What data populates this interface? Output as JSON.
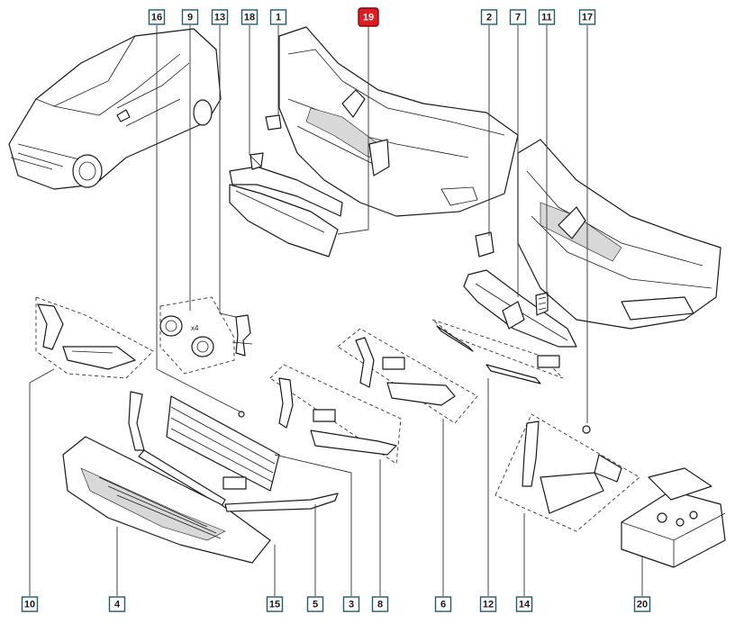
{
  "callouts": [
    {
      "id": "16",
      "text": "16"
    },
    {
      "id": "9",
      "text": "9"
    },
    {
      "id": "13",
      "text": "13"
    },
    {
      "id": "18",
      "text": "18"
    },
    {
      "id": "1",
      "text": "1"
    },
    {
      "id": "19",
      "text": "19",
      "highlight": true,
      "color": "#e01b22"
    },
    {
      "id": "2",
      "text": "2"
    },
    {
      "id": "7",
      "text": "7"
    },
    {
      "id": "11",
      "text": "11"
    },
    {
      "id": "17",
      "text": "17"
    },
    {
      "id": "10",
      "text": "10"
    },
    {
      "id": "4",
      "text": "4"
    },
    {
      "id": "15",
      "text": "15"
    },
    {
      "id": "5",
      "text": "5"
    },
    {
      "id": "3",
      "text": "3"
    },
    {
      "id": "8",
      "text": "8"
    },
    {
      "id": "6",
      "text": "6"
    },
    {
      "id": "12",
      "text": "12"
    },
    {
      "id": "14",
      "text": "14"
    },
    {
      "id": "20",
      "text": "20"
    }
  ],
  "colors": {
    "highlight": "#e01b22",
    "label_border": "#1f5a6b"
  }
}
